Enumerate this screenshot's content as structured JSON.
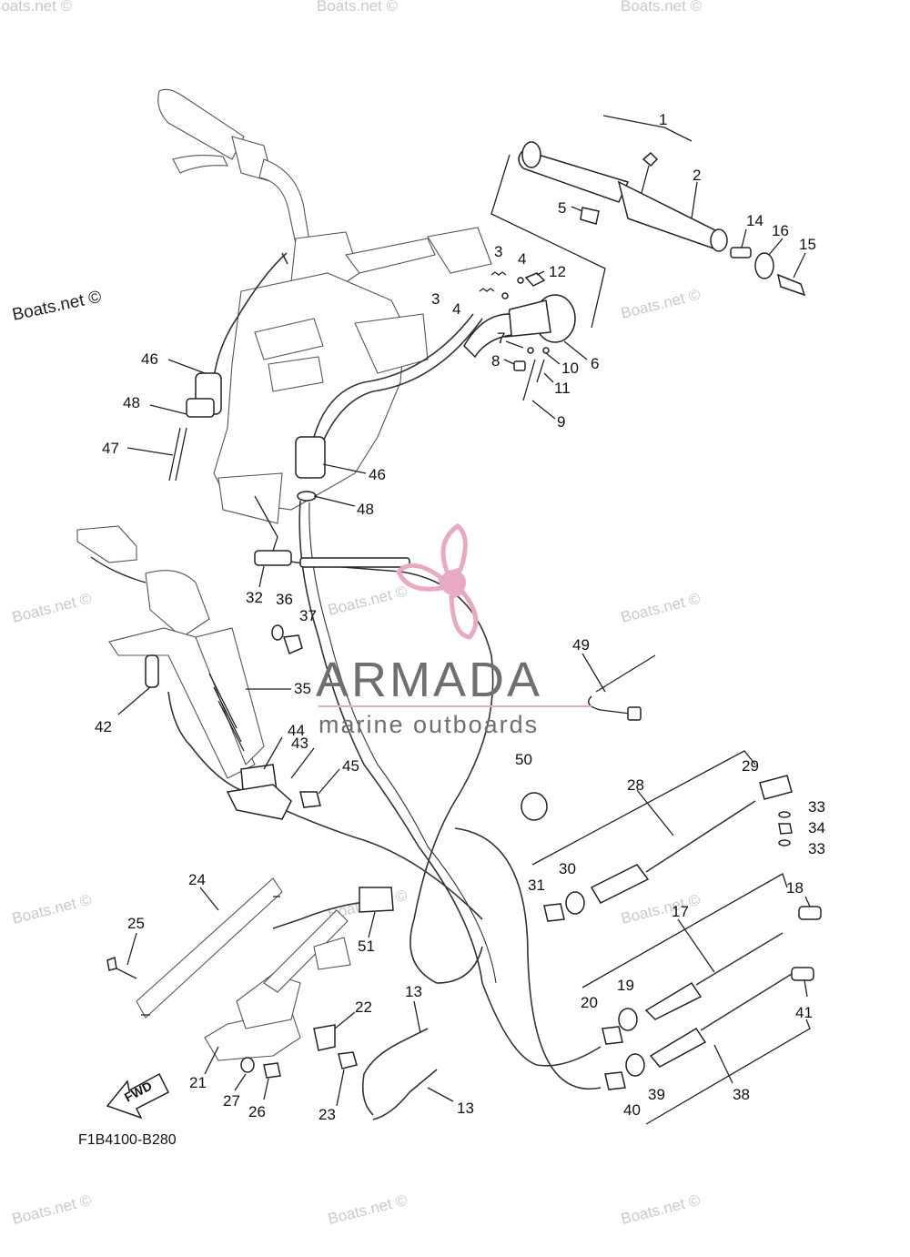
{
  "watermarks": {
    "boats_text": "Boats.net ©"
  },
  "brand": {
    "name": "ARMADA",
    "tagline": "marine outboards",
    "color": "#e8a9c4"
  },
  "figure_code": "F1B4100-B280",
  "fwd_label": "FWD",
  "callouts": {
    "c1": "1",
    "c2": "2",
    "c3a": "3",
    "c3b": "3",
    "c4a": "4",
    "c4b": "4",
    "c5": "5",
    "c6": "6",
    "c7": "7",
    "c8": "8",
    "c9": "9",
    "c10": "10",
    "c11": "11",
    "c12": "12",
    "c13a": "13",
    "c13b": "13",
    "c14": "14",
    "c15": "15",
    "c16": "16",
    "c17": "17",
    "c18": "18",
    "c19": "19",
    "c20": "20",
    "c21": "21",
    "c22": "22",
    "c23": "23",
    "c24": "24",
    "c25": "25",
    "c26": "26",
    "c27": "27",
    "c28": "28",
    "c29": "29",
    "c30": "30",
    "c31": "31",
    "c32": "32",
    "c33a": "33",
    "c33b": "33",
    "c34": "34",
    "c35": "35",
    "c36": "36",
    "c37": "37",
    "c38": "38",
    "c39": "39",
    "c40": "40",
    "c41": "41",
    "c42": "42",
    "c43": "43",
    "c44": "44",
    "c45": "45",
    "c46a": "46",
    "c46b": "46",
    "c47": "47",
    "c48a": "48",
    "c48b": "48",
    "c49": "49",
    "c50": "50",
    "c51": "51"
  }
}
